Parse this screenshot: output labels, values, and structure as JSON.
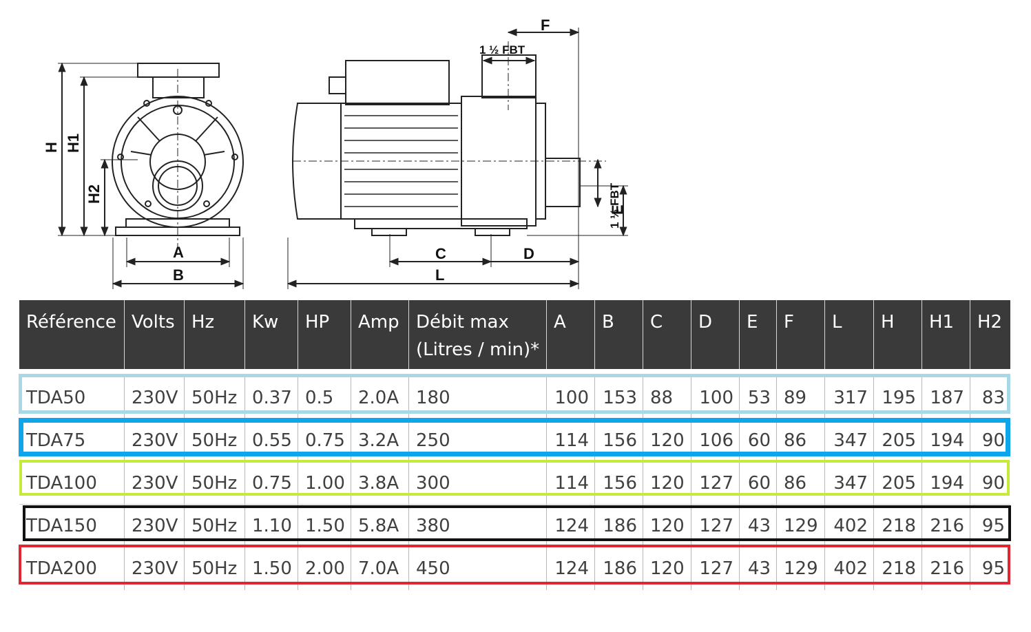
{
  "drawing": {
    "labels": {
      "H": "H",
      "H1": "H1",
      "H2": "H2",
      "A": "A",
      "B": "B",
      "C": "C",
      "D": "D",
      "L": "L",
      "E": "E",
      "F": "F",
      "outlet": "1 ½ FBT",
      "inlet": "1 ½ FBT"
    }
  },
  "table": {
    "headers": [
      "Référence",
      "Volts",
      "Hz",
      "Kw",
      "HP",
      "Amp",
      "Débit max (Litres / min)*",
      "A",
      "B",
      "C",
      "D",
      "E",
      "F",
      "L",
      "H",
      "H1",
      "H2"
    ],
    "header_debit_line1": "Débit max",
    "header_debit_line2": "(Litres / min)*",
    "rows": [
      {
        "cells": [
          "TDA50",
          "230V",
          "50Hz",
          "0.37",
          "0.5",
          "2.0A",
          "180",
          "100",
          "153",
          "88",
          "100",
          "53",
          "89",
          "317",
          "195",
          "187",
          "83"
        ],
        "highlight": "#a8d8e6"
      },
      {
        "cells": [
          "TDA75",
          "230V",
          "50Hz",
          "0.55",
          "0.75",
          "3.2A",
          "250",
          "114",
          "156",
          "120",
          "106",
          "60",
          "86",
          "347",
          "205",
          "194",
          "90"
        ],
        "highlight": "#0ea5ea"
      },
      {
        "cells": [
          "TDA100",
          "230V",
          "50Hz",
          "0.75",
          "1.00",
          "3.8A",
          "300",
          "114",
          "156",
          "120",
          "127",
          "60",
          "86",
          "347",
          "205",
          "194",
          "90"
        ],
        "highlight": "#c6ea3a"
      },
      {
        "cells": [
          "TDA150",
          "230V",
          "50Hz",
          "1.10",
          "1.50",
          "5.8A",
          "380",
          "124",
          "186",
          "120",
          "127",
          "43",
          "129",
          "402",
          "218",
          "216",
          "95"
        ],
        "highlight": "#111111"
      },
      {
        "cells": [
          "TDA200",
          "230V",
          "50Hz",
          "1.50",
          "2.00",
          "7.0A",
          "450",
          "124",
          "186",
          "120",
          "127",
          "43",
          "129",
          "402",
          "218",
          "216",
          "95"
        ],
        "highlight": "#e02630"
      }
    ]
  }
}
